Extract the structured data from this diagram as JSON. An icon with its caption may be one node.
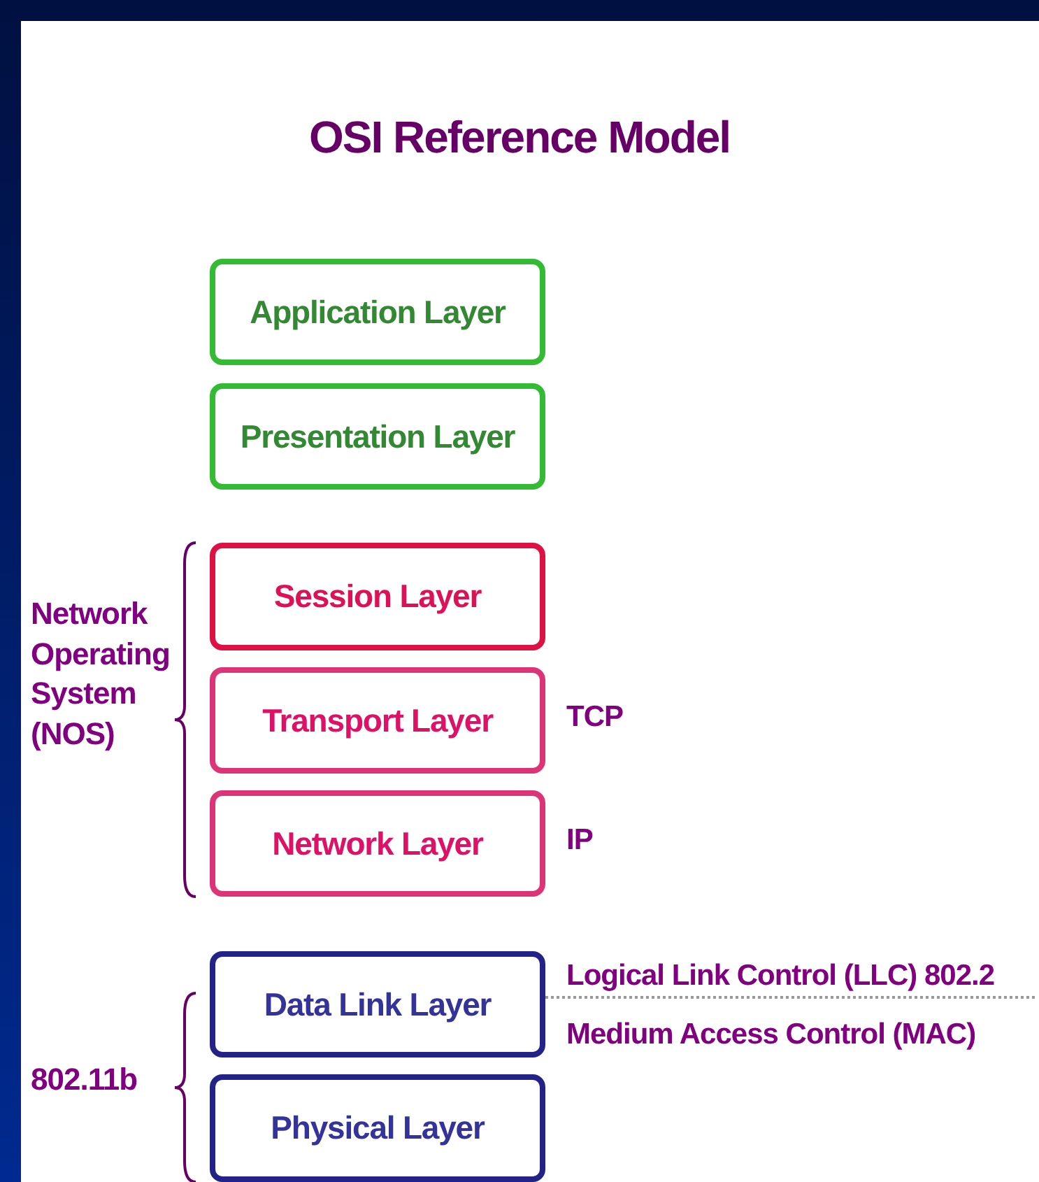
{
  "diagram": {
    "title": "OSI Reference Model",
    "nodes": [
      {
        "text": [
          "Application Layer"
        ]
      },
      {
        "text": [
          "Presentation Layer"
        ]
      },
      {
        "text": [
          "Session Layer"
        ]
      },
      {
        "text": [
          "Transport Layer"
        ],
        "beside": [
          "TCP"
        ]
      },
      {
        "text": [
          "Network Layer"
        ],
        "beside": [
          "IP"
        ]
      },
      {
        "text": [
          "Data Link Layer"
        ],
        "beside": [
          "Logical Link Control (LLC) 802.2",
          "Medium Access Control (MAC)"
        ]
      },
      {
        "text": [
          "Physical Layer"
        ]
      }
    ],
    "labels": [
      "Network Operating System (NOS)",
      "802.11b"
    ]
  }
}
